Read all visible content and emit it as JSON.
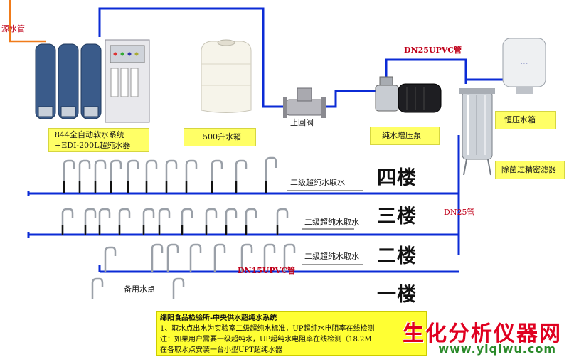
{
  "labels": {
    "source_pipe": "源水管",
    "softener_line1": "844全自动软水系统",
    "softener_line2": "+EDI-200L超纯水器",
    "tank_500": "500升水箱",
    "check_valve": "止回阀",
    "booster_pump": "纯水增压泵",
    "dn25_upvc": "DN25UPVC管",
    "pressure_tank": "恒压水箱",
    "filter": "除菌过精密滤器",
    "dn25": "DN25管",
    "dn15_upvc": "DN15UPVC管",
    "tap_4f": "二级超纯水取水",
    "tap_3f": "二级超纯水取水",
    "tap_2f": "二级超纯水取水",
    "spare": "备用水点"
  },
  "floors": {
    "f4": "四楼",
    "f3": "三楼",
    "f2": "二楼",
    "f1": "一楼"
  },
  "notes": {
    "title": "绵阳食品检验所-中央供水超纯水系统",
    "line1": "1、取水点出水为实验室二级超纯水标准，UP超纯水电阻率在线检测",
    "line2": "注：如果用户需要一级超纯水，UP超纯水电阻率在线检测（18.2M",
    "line3": "在各取水点安装一台小型UPT超纯水器"
  },
  "watermark": {
    "brand": "生化分析仪器网",
    "url": "www.yiqiwu.com"
  },
  "colors": {
    "pipe_blue": "#0b2bd6",
    "source_pipe_orange": "#f07b1a",
    "riser_black": "#111111",
    "label_red": "#c0001a",
    "box_yellow": "#ffff66",
    "notes_yellow": "#ffff33"
  }
}
